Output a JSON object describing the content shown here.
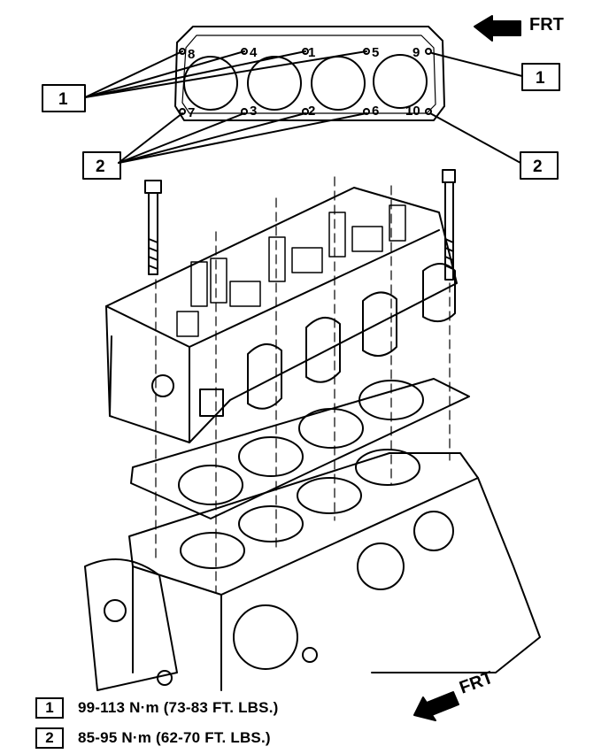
{
  "diagram": {
    "front_label_top": "FRT",
    "front_label_bottom": "FRT",
    "callout_1": "1",
    "callout_2": "2",
    "bolt_sequence_top": [
      "8",
      "4",
      "1",
      "5",
      "9"
    ],
    "bolt_sequence_bottom": [
      "7",
      "3",
      "2",
      "6",
      "10"
    ]
  },
  "legend": {
    "items": [
      {
        "key": "1",
        "text": "99-113 N·m (73-83 FT. LBS.)"
      },
      {
        "key": "2",
        "text": "85-95 N·m (62-70 FT. LBS.)"
      }
    ]
  }
}
